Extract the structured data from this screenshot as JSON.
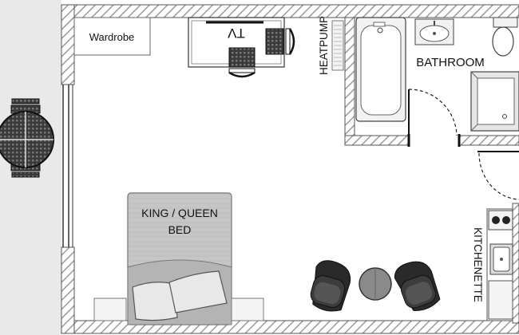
{
  "labels": {
    "wardrobe": "Wardrobe",
    "tv": "TV",
    "heatpump": "HEATPUMP",
    "bathroom": "BATHROOM",
    "bed_line1": "KING / QUEEN",
    "bed_line2": "BED",
    "kitchenette": "KITCHENETTE"
  },
  "colors": {
    "wall_hatch": "#9a9a9a",
    "outside": "#e9e9e9",
    "furniture_dark": "#2a2a2a",
    "bed_fill": "#bdbdbd",
    "fixture_fill": "#f2f2f2"
  }
}
